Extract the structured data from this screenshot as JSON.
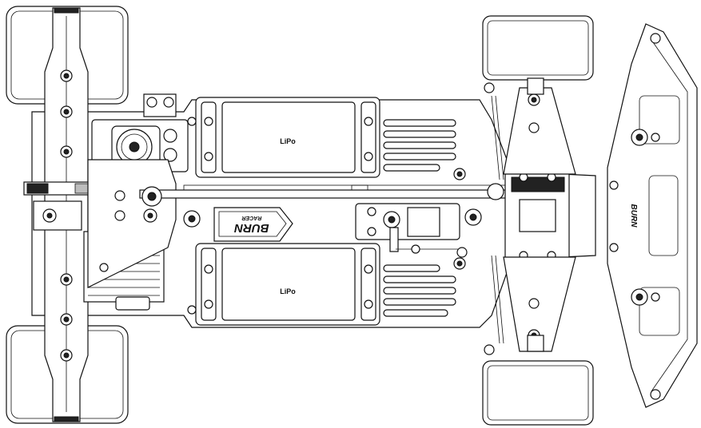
{
  "diagram": {
    "battery_top_label": "LiPo",
    "battery_bottom_label": "LiPo",
    "brand_main": "BURN",
    "brand_sub": "RACER",
    "bumper_brand": "BURN"
  }
}
